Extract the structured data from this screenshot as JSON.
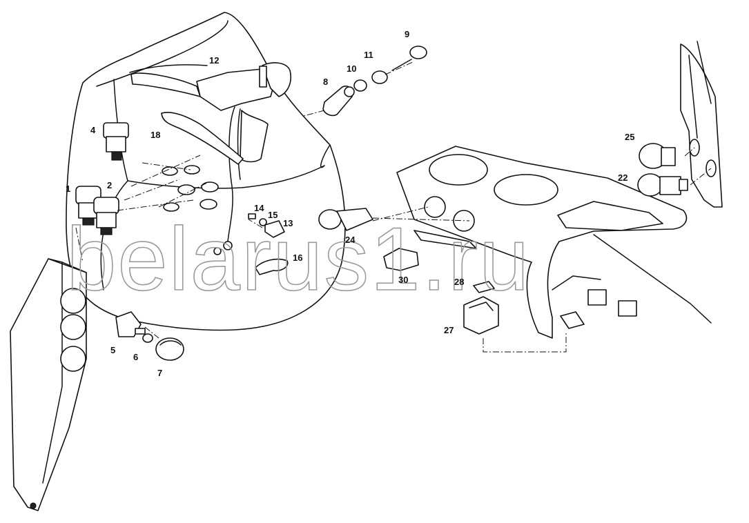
{
  "watermark": "belarus1.ru",
  "callouts": [
    {
      "id": "1",
      "text": "1"
    },
    {
      "id": "2",
      "text": "2"
    },
    {
      "id": "4",
      "text": "4"
    },
    {
      "id": "5",
      "text": "5"
    },
    {
      "id": "6",
      "text": "6"
    },
    {
      "id": "7",
      "text": "7"
    },
    {
      "id": "8",
      "text": "8"
    },
    {
      "id": "9",
      "text": "9"
    },
    {
      "id": "10",
      "text": "10"
    },
    {
      "id": "11",
      "text": "11"
    },
    {
      "id": "12",
      "text": "12"
    },
    {
      "id": "13",
      "text": "13"
    },
    {
      "id": "14",
      "text": "14"
    },
    {
      "id": "15",
      "text": "15"
    },
    {
      "id": "16",
      "text": "16"
    },
    {
      "id": "18",
      "text": "18"
    },
    {
      "id": "22",
      "text": "22"
    },
    {
      "id": "24",
      "text": "24"
    },
    {
      "id": "25",
      "text": "25"
    },
    {
      "id": "27",
      "text": "27"
    },
    {
      "id": "28",
      "text": "28"
    },
    {
      "id": "30",
      "text": "30"
    }
  ]
}
